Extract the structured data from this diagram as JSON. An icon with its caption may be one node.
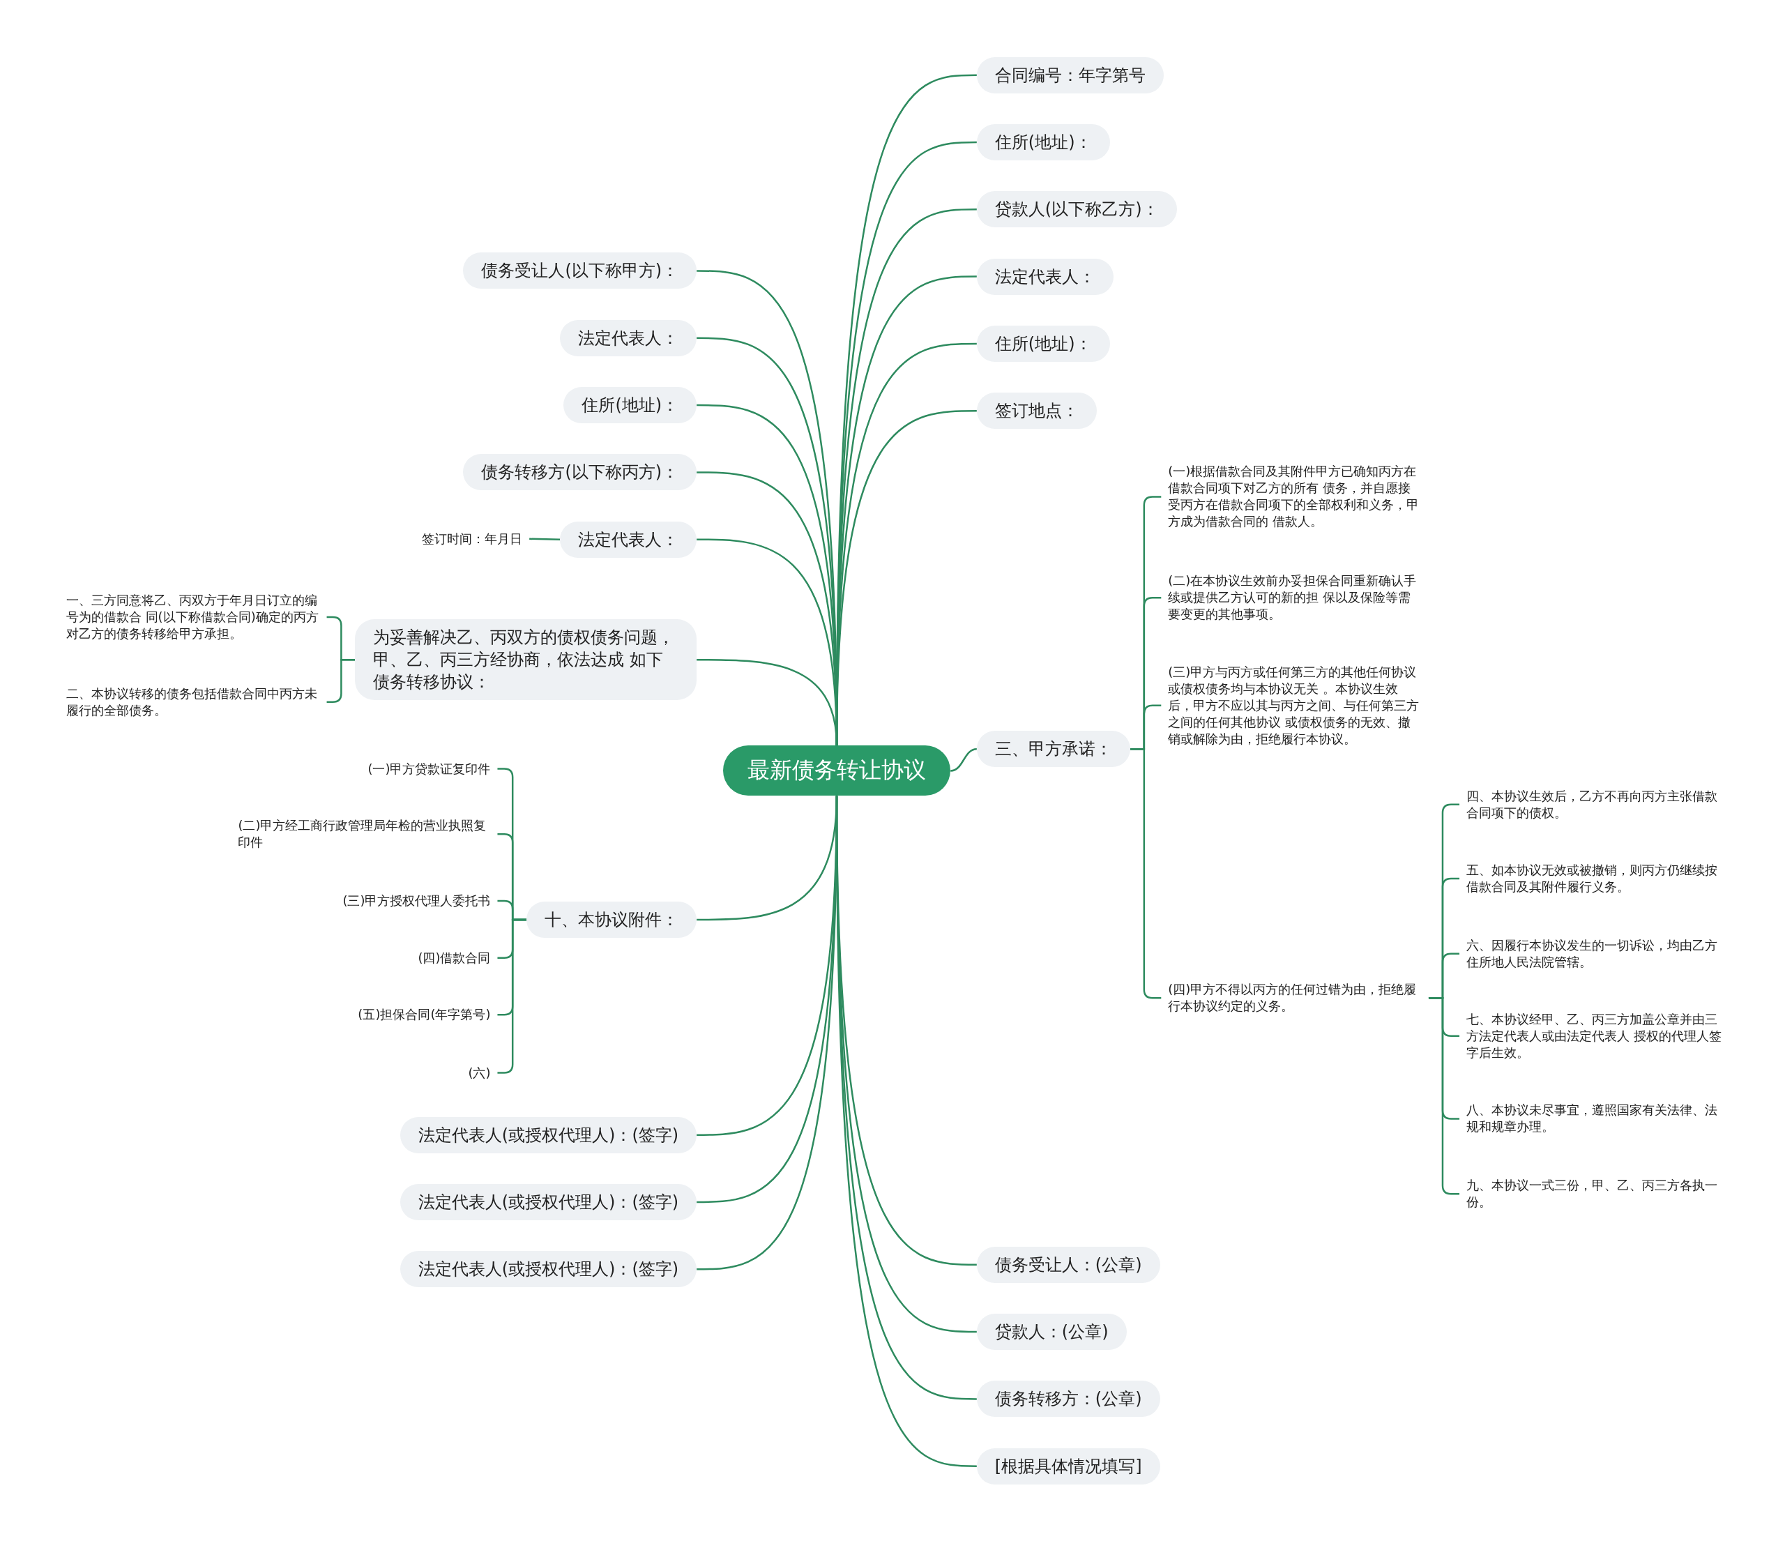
{
  "diagram": {
    "nodes": [
      {
        "text": [
          "最新债务转让协议"
        ]
      },
      {
        "text": [
          "合同编号：年字第号"
        ]
      },
      {
        "text": [
          "住所(地址)："
        ]
      },
      {
        "text": [
          "贷款人(以下称乙方)："
        ]
      },
      {
        "text": [
          "法定代表人："
        ]
      },
      {
        "text": [
          "住所(地址)："
        ]
      },
      {
        "text": [
          "签订地点："
        ]
      },
      {
        "text": [
          "三、甲方承诺："
        ]
      },
      {
        "text": [
          "(一)根据借款合同及其附件甲方已确知丙方在借款合同项下对乙方的所有 债务，并自愿接受丙方在借款合同项下的全部权利和义务，甲方成为借款合同的 借款人。"
        ]
      },
      {
        "text": [
          "(二)在本协议生效前办妥担保合同重新确认手续或提供乙方认可的新的担 保以及保险等需要变更的其他事项。"
        ]
      },
      {
        "text": [
          "(三)甲方与丙方或任何第三方的其他任何协议或债权债务均与本协议无关 。本协议生效后，甲方不应以其与丙方之间、与任何第三方之间的任何其他协议 或债权债务的无效、撤销或解除为由，拒绝履行本协议。"
        ]
      },
      {
        "text": [
          "(四)甲方不得以丙方的任何过错为由，拒绝履行本协议约定的义务。"
        ]
      },
      {
        "text": [
          "四、本协议生效后，乙方不再向丙方主张借款合同项下的债权。"
        ]
      },
      {
        "text": [
          "五、如本协议无效或被撤销，则丙方仍继续按借款合同及其附件履行义务。"
        ]
      },
      {
        "text": [
          "六、因履行本协议发生的一切诉讼，均由乙方住所地人民法院管辖。"
        ]
      },
      {
        "text": [
          "七、本协议经甲、乙、丙三方加盖公章并由三方法定代表人或由法定代表人 授权的代理人签字后生效。"
        ]
      },
      {
        "text": [
          "八、本协议未尽事宜，遵照国家有关法律、法规和规章办理。"
        ]
      },
      {
        "text": [
          "九、本协议一式三份，甲、乙、丙三方各执一份。"
        ]
      },
      {
        "text": [
          "债务受让人：(公章)"
        ]
      },
      {
        "text": [
          "贷款人：(公章)"
        ]
      },
      {
        "text": [
          "债务转移方：(公章)"
        ]
      },
      {
        "text": [
          "[根据具体情况填写]"
        ]
      },
      {
        "text": [
          "债务受让人(以下称甲方)："
        ]
      },
      {
        "text": [
          "法定代表人："
        ]
      },
      {
        "text": [
          "住所(地址)："
        ]
      },
      {
        "text": [
          "债务转移方(以下称丙方)："
        ]
      },
      {
        "text": [
          "法定代表人："
        ]
      },
      {
        "text": [
          "签订时间：年月日"
        ]
      },
      {
        "text": [
          "为妥善解决乙、丙双方的债权债务问题，甲、乙、丙三方经协商，依法达成 如下债务转移协议："
        ]
      },
      {
        "text": [
          "一、三方同意将乙、丙双方于年月日订立的编号为的借款合 同(以下称借款合同)确定的丙方对乙方的债务转移给甲方承担。"
        ]
      },
      {
        "text": [
          "二、本协议转移的债务包括借款合同中丙方未履行的全部债务。"
        ]
      },
      {
        "text": [
          "十、本协议附件："
        ]
      },
      {
        "text": [
          "(一)甲方贷款证复印件"
        ]
      },
      {
        "text": [
          "(二)甲方经工商行政管理局年检的营业执照复印件"
        ]
      },
      {
        "text": [
          "(三)甲方授权代理人委托书"
        ]
      },
      {
        "text": [
          "(四)借款合同"
        ]
      },
      {
        "text": [
          "(五)担保合同(年字第号)"
        ]
      },
      {
        "text": [
          "(六)"
        ]
      },
      {
        "text": [
          "法定代表人(或授权代理人)：(签字)"
        ]
      },
      {
        "text": [
          "法定代表人(或授权代理人)：(签字)"
        ]
      },
      {
        "text": [
          "法定代表人(或授权代理人)：(签字)"
        ]
      }
    ],
    "edges": [
      {
        "from": 0,
        "to": 1,
        "arrow": "none"
      },
      {
        "from": 0,
        "to": 2,
        "arrow": "none"
      },
      {
        "from": 0,
        "to": 3,
        "arrow": "none"
      },
      {
        "from": 0,
        "to": 4,
        "arrow": "none"
      },
      {
        "from": 0,
        "to": 5,
        "arrow": "none"
      },
      {
        "from": 0,
        "to": 6,
        "arrow": "none"
      },
      {
        "from": 0,
        "to": 7,
        "arrow": "none"
      },
      {
        "from": 7,
        "to": 8,
        "arrow": "none"
      },
      {
        "from": 7,
        "to": 9,
        "arrow": "none"
      },
      {
        "from": 7,
        "to": 10,
        "arrow": "none"
      },
      {
        "from": 7,
        "to": 11,
        "arrow": "none"
      },
      {
        "from": 11,
        "to": 12,
        "arrow": "none"
      },
      {
        "from": 11,
        "to": 13,
        "arrow": "none"
      },
      {
        "from": 11,
        "to": 14,
        "arrow": "none"
      },
      {
        "from": 11,
        "to": 15,
        "arrow": "none"
      },
      {
        "from": 11,
        "to": 16,
        "arrow": "none"
      },
      {
        "from": 11,
        "to": 17,
        "arrow": "none"
      },
      {
        "from": 0,
        "to": 18,
        "arrow": "none"
      },
      {
        "from": 0,
        "to": 19,
        "arrow": "none"
      },
      {
        "from": 0,
        "to": 20,
        "arrow": "none"
      },
      {
        "from": 0,
        "to": 21,
        "arrow": "none"
      },
      {
        "from": 0,
        "to": 22,
        "arrow": "none"
      },
      {
        "from": 0,
        "to": 23,
        "arrow": "none"
      },
      {
        "from": 0,
        "to": 24,
        "arrow": "none"
      },
      {
        "from": 0,
        "to": 25,
        "arrow": "none"
      },
      {
        "from": 0,
        "to": 26,
        "arrow": "none"
      },
      {
        "from": 26,
        "to": 27,
        "arrow": "none"
      },
      {
        "from": 0,
        "to": 28,
        "arrow": "none"
      },
      {
        "from": 28,
        "to": 29,
        "arrow": "none"
      },
      {
        "from": 28,
        "to": 30,
        "arrow": "none"
      },
      {
        "from": 0,
        "to": 31,
        "arrow": "none"
      },
      {
        "from": 31,
        "to": 32,
        "arrow": "none"
      },
      {
        "from": 31,
        "to": 33,
        "arrow": "none"
      },
      {
        "from": 31,
        "to": 34,
        "arrow": "none"
      },
      {
        "from": 31,
        "to": 35,
        "arrow": "none"
      },
      {
        "from": 31,
        "to": 36,
        "arrow": "none"
      },
      {
        "from": 31,
        "to": 37,
        "arrow": "none"
      },
      {
        "from": 0,
        "to": 38,
        "arrow": "none"
      },
      {
        "from": 0,
        "to": 39,
        "arrow": "none"
      },
      {
        "from": 0,
        "to": 40,
        "arrow": "none"
      }
    ]
  }
}
